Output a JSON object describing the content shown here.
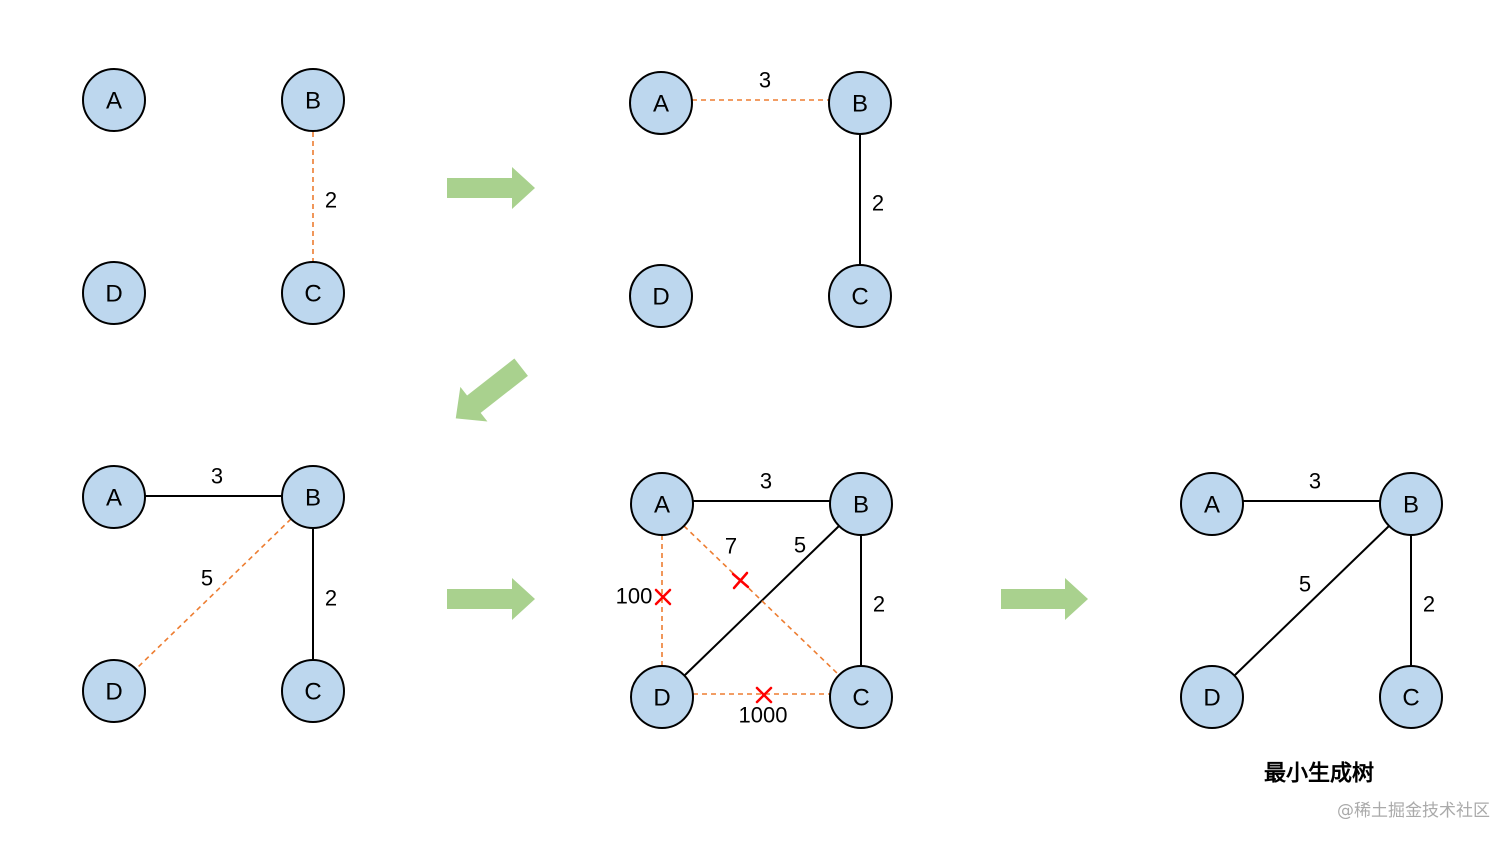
{
  "nodes": {
    "A": "A",
    "B": "B",
    "C": "C",
    "D": "D"
  },
  "colors": {
    "node_fill": "#bdd7ee",
    "candidate_edge": "#ed7d31",
    "chosen_edge": "#000000",
    "rejected_mark": "#ff0000",
    "arrow": "#a9d18e"
  },
  "steps": [
    {
      "edges": [
        {
          "from": "B",
          "to": "C",
          "weight": "2",
          "state": "candidate"
        }
      ]
    },
    {
      "edges": [
        {
          "from": "A",
          "to": "B",
          "weight": "3",
          "state": "candidate"
        },
        {
          "from": "B",
          "to": "C",
          "weight": "2",
          "state": "chosen"
        }
      ]
    },
    {
      "edges": [
        {
          "from": "A",
          "to": "B",
          "weight": "3",
          "state": "chosen"
        },
        {
          "from": "B",
          "to": "C",
          "weight": "2",
          "state": "chosen"
        },
        {
          "from": "B",
          "to": "D",
          "weight": "5",
          "state": "candidate"
        }
      ]
    },
    {
      "edges": [
        {
          "from": "A",
          "to": "B",
          "weight": "3",
          "state": "chosen"
        },
        {
          "from": "B",
          "to": "C",
          "weight": "2",
          "state": "chosen"
        },
        {
          "from": "B",
          "to": "D",
          "weight": "5",
          "state": "chosen"
        },
        {
          "from": "A",
          "to": "D",
          "weight": "100",
          "state": "rejected"
        },
        {
          "from": "A",
          "to": "C",
          "weight": "7",
          "state": "rejected"
        },
        {
          "from": "D",
          "to": "C",
          "weight": "1000",
          "state": "rejected"
        }
      ]
    },
    {
      "edges": [
        {
          "from": "A",
          "to": "B",
          "weight": "3",
          "state": "chosen"
        },
        {
          "from": "B",
          "to": "C",
          "weight": "2",
          "state": "chosen"
        },
        {
          "from": "B",
          "to": "D",
          "weight": "5",
          "state": "chosen"
        }
      ]
    }
  ],
  "result_caption": "最小生成树",
  "watermark": "@稀土掘金技术社区"
}
